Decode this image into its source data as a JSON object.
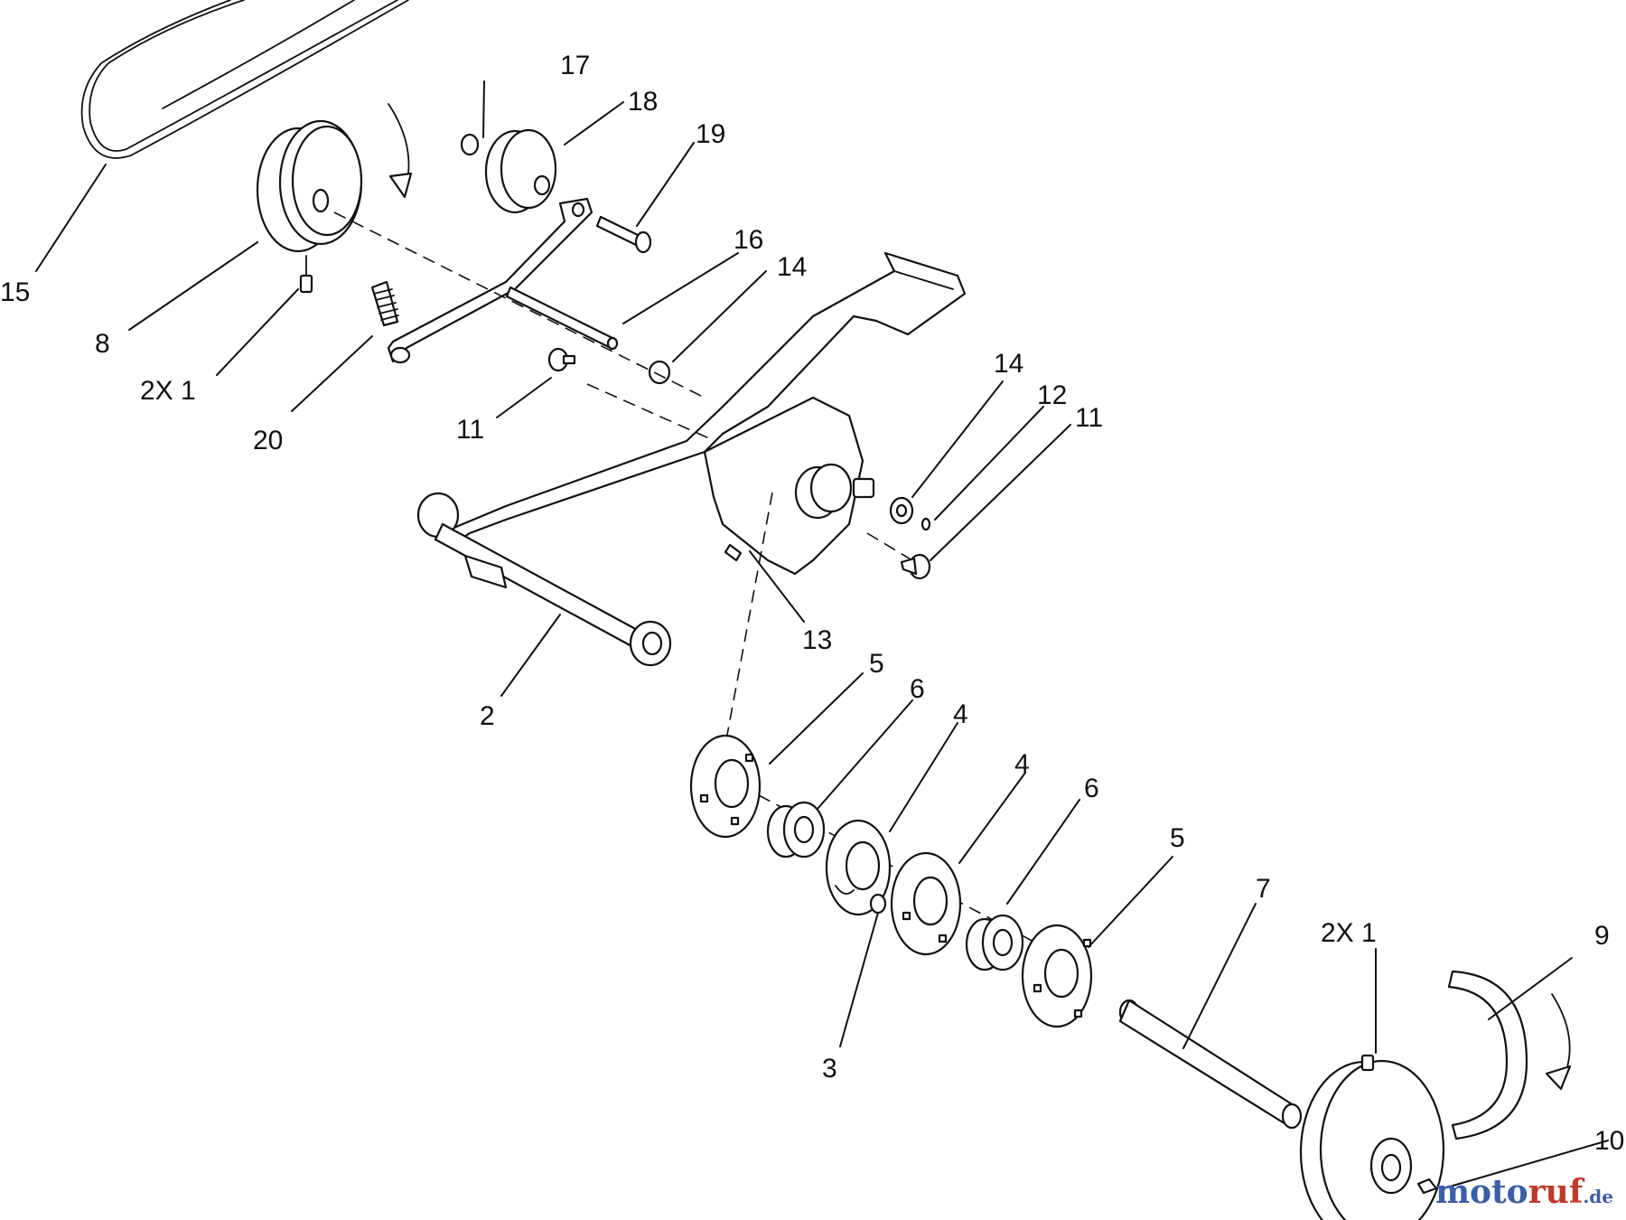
{
  "callouts": [
    {
      "id": "c15",
      "text": "15"
    },
    {
      "id": "c17",
      "text": "17"
    },
    {
      "id": "c18",
      "text": "18"
    },
    {
      "id": "c19",
      "text": "19"
    },
    {
      "id": "c8",
      "text": "8"
    },
    {
      "id": "c2x1a",
      "text": "2X 1"
    },
    {
      "id": "c20",
      "text": "20"
    },
    {
      "id": "c16",
      "text": "16"
    },
    {
      "id": "c14a",
      "text": "14"
    },
    {
      "id": "c11a",
      "text": "11"
    },
    {
      "id": "c14b",
      "text": "14"
    },
    {
      "id": "c12",
      "text": "12"
    },
    {
      "id": "c11b",
      "text": "11"
    },
    {
      "id": "c13",
      "text": "13"
    },
    {
      "id": "c2",
      "text": "2"
    },
    {
      "id": "c5a",
      "text": "5"
    },
    {
      "id": "c6a",
      "text": "6"
    },
    {
      "id": "c4a",
      "text": "4"
    },
    {
      "id": "c4b",
      "text": "4"
    },
    {
      "id": "c6b",
      "text": "6"
    },
    {
      "id": "c5b",
      "text": "5"
    },
    {
      "id": "c7",
      "text": "7"
    },
    {
      "id": "c3",
      "text": "3"
    },
    {
      "id": "c2x1b",
      "text": "2X 1"
    },
    {
      "id": "c9",
      "text": "9"
    },
    {
      "id": "c10",
      "text": "10"
    }
  ],
  "watermark": {
    "part1": "moto",
    "part2": "ruf",
    "part3": ".de"
  }
}
